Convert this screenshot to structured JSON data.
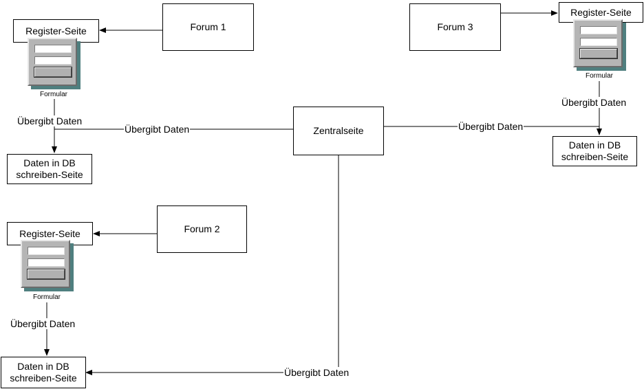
{
  "nodes": {
    "forum1": "Forum 1",
    "forum2": "Forum 2",
    "forum3": "Forum 3",
    "zentral": "Zentralseite",
    "register1": "Register-Seite",
    "register2": "Register-Seite",
    "register3": "Register-Seite",
    "db1": "Daten in DB\nschreiben-Seite",
    "db2": "Daten in DB\nschreiben-Seite",
    "db3": "Daten in DB\nschreiben-Seite"
  },
  "forms": {
    "caption1": "Formular",
    "caption2": "Formular",
    "caption3": "Formular",
    "icon": "form-icon"
  },
  "edges": {
    "reg1_to_db1": "Übergibt Daten",
    "zentral_to_db1": "Übergibt Daten",
    "reg2_to_db2": "Übergibt Daten",
    "zentral_to_db2": "Übergibt Daten",
    "reg3_to_db3": "Übergibt Daten",
    "zentral_to_db3": "Übergibt Daten"
  },
  "colors": {
    "line": "#000000",
    "form_body": "#b5b5b5",
    "form_shadow": "#4f7f7f"
  }
}
